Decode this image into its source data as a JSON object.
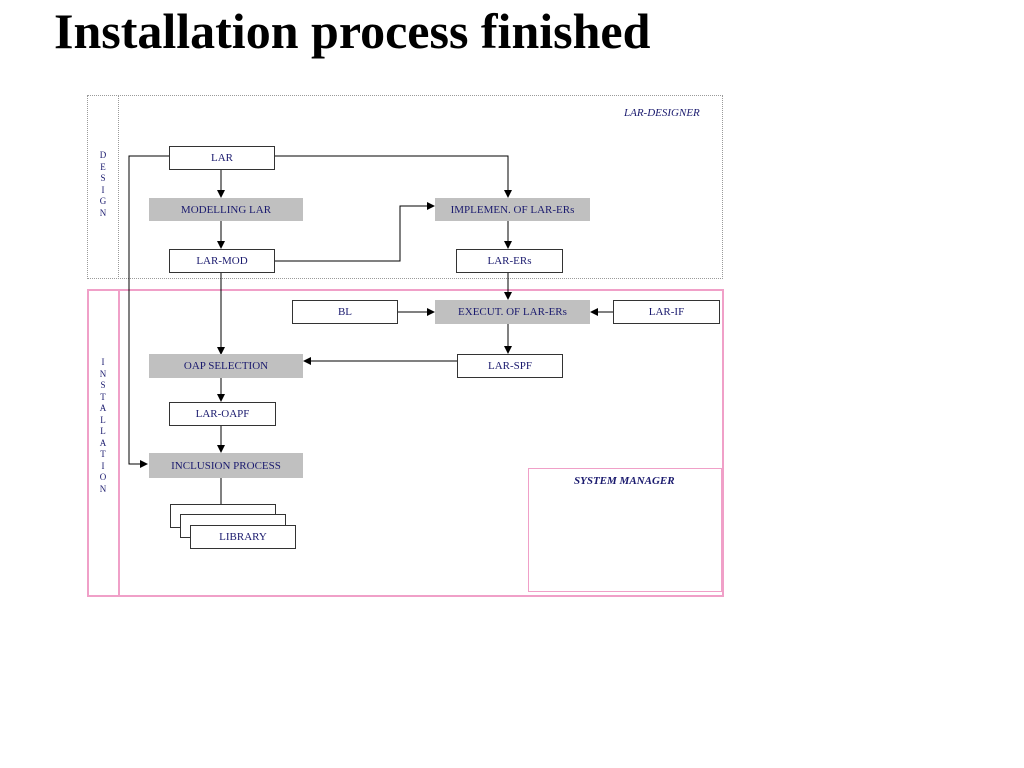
{
  "title": "Installation process finished",
  "regions": {
    "design_letters": [
      "D",
      "E",
      "S",
      "I",
      "G",
      "N"
    ],
    "installation_letters": [
      "I",
      "N",
      "S",
      "T",
      "A",
      "L",
      "L",
      "A",
      "T",
      "I",
      "O",
      "N"
    ],
    "lar_designer": "LAR-DESIGNER",
    "system_manager": "SYSTEM MANAGER"
  },
  "nodes": {
    "lar": "LAR",
    "modelling_lar": "MODELLING LAR",
    "lar_mod": "LAR-MOD",
    "implemen_lar_ers": "IMPLEMEN. OF  LAR-ERs",
    "lar_ers": "LAR-ERs",
    "bl": "BL",
    "execut_lar_ers": "EXECUT. OF  LAR-ERs",
    "lar_if": "LAR-IF",
    "oap_selection": "OAP SELECTION",
    "lar_spf": "LAR-SPF",
    "lar_oapf": "LAR-OAPF",
    "inclusion_process": "INCLUSION PROCESS",
    "library": "LIBRARY"
  },
  "colors": {
    "text": "#1a1a6e",
    "process_fill": "#c0c0c0",
    "installation_border": "#f0a0c8",
    "design_border": "#9a9a9a"
  }
}
